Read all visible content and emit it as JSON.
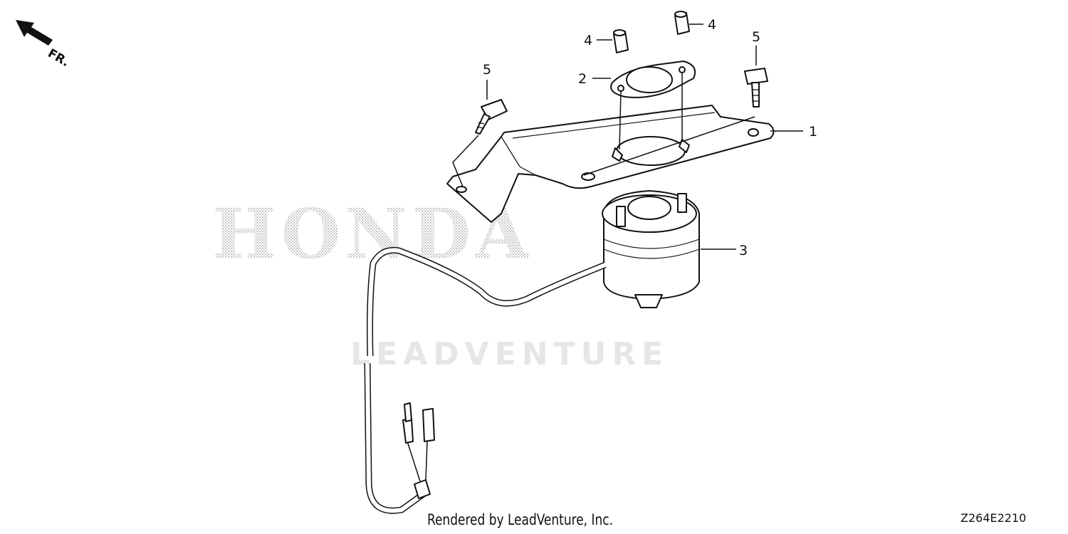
{
  "diagram": {
    "front_indicator": "FR.",
    "watermark_brand": "HONDA",
    "watermark_vendor": "LEADVENTURE",
    "credit": "Rendered by LeadVenture, Inc.",
    "diagram_code": "Z264E2210",
    "callouts": [
      "1",
      "2",
      "3",
      "4",
      "4",
      "5",
      "5"
    ]
  }
}
